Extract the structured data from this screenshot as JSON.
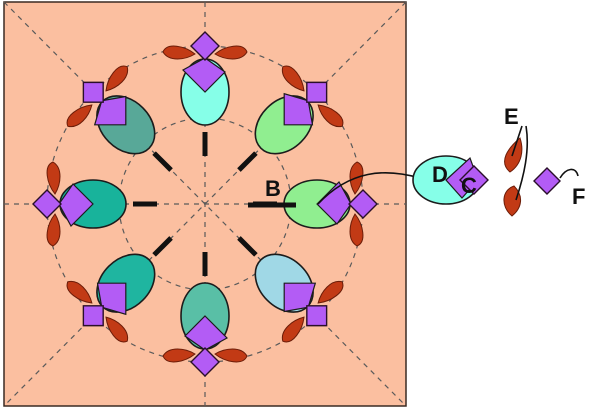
{
  "labels": {
    "B": "B",
    "C": "C",
    "D": "D",
    "E": "E",
    "F": "F"
  },
  "colors": {
    "background": "#fbbfa0",
    "border": "#3a2a22",
    "petal": "#c23a15",
    "diamond": "#b35cf5",
    "seed_colors": [
      "#18b39b",
      "#90ee90",
      "#86ffe8",
      "#58a898",
      "#90ee90",
      "#59bfa6",
      "#a0d8e6",
      "#1fb5a0"
    ]
  },
  "motif_count": 8
}
